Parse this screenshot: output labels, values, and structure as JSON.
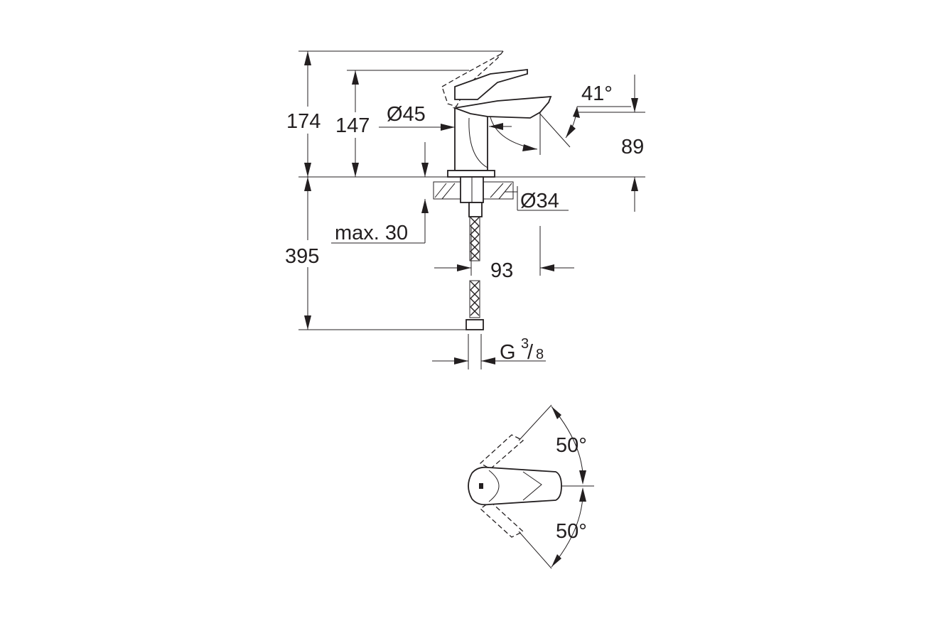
{
  "side_view": {
    "dim_total_height": "174",
    "dim_spout_height": "147",
    "dim_body_diameter": "Ø45",
    "dim_spout_angle": "41°",
    "dim_spout_outlet_height": "89",
    "dim_hole_diameter": "Ø34",
    "dim_max_deck": "max. 30",
    "dim_hose_length": "395",
    "dim_projection": "93",
    "dim_thread": "G",
    "dim_thread_num": "3",
    "dim_thread_den": "8"
  },
  "top_view": {
    "dim_rotation_upper": "50°",
    "dim_rotation_lower": "50°"
  }
}
